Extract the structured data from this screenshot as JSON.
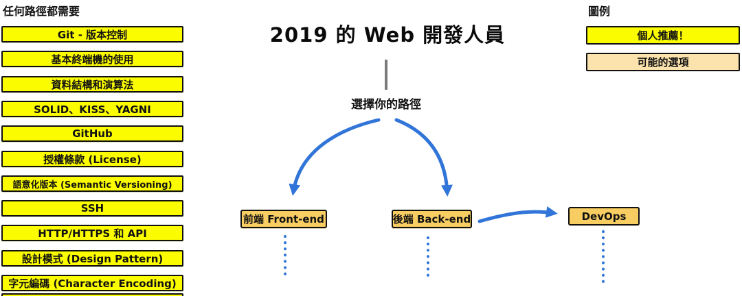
{
  "title": "2019 的 Web 開發人員",
  "choose_path_label": "選擇你的路徑",
  "left_column": {
    "header": "任何路徑都需要",
    "items": [
      {
        "label": "Git - 版本控制"
      },
      {
        "label": "基本終端機的使用"
      },
      {
        "label": "資料結構和演算法"
      },
      {
        "label": "SOLID、KISS、YAGNI"
      },
      {
        "label": "GitHub"
      },
      {
        "label": "授權條款 (License)"
      },
      {
        "label": "語意化版本 (Semantic Versioning)"
      },
      {
        "label": "SSH"
      },
      {
        "label": "HTTP/HTTPS 和 API"
      },
      {
        "label": "設計模式 (Design Pattern)"
      },
      {
        "label": "字元編碼 (Character Encoding)"
      }
    ]
  },
  "paths": {
    "front_end": {
      "label": "前端 Front-end"
    },
    "back_end": {
      "label": "後端 Back-end"
    },
    "devops": {
      "label": "DevOps"
    }
  },
  "legend": {
    "header": "圖例",
    "items": [
      {
        "label": "個人推薦！",
        "fill": "#FCFC00"
      },
      {
        "label": "可能的選項",
        "fill": "#FCE3AE"
      }
    ]
  },
  "colors": {
    "required_fill": "#FCFC00",
    "path_fill": "#F8CE63",
    "possible_fill": "#FCE3AE",
    "arrow_blue": "#3275D8",
    "connector_gray": "#7A7A7A",
    "border": "#101010"
  }
}
